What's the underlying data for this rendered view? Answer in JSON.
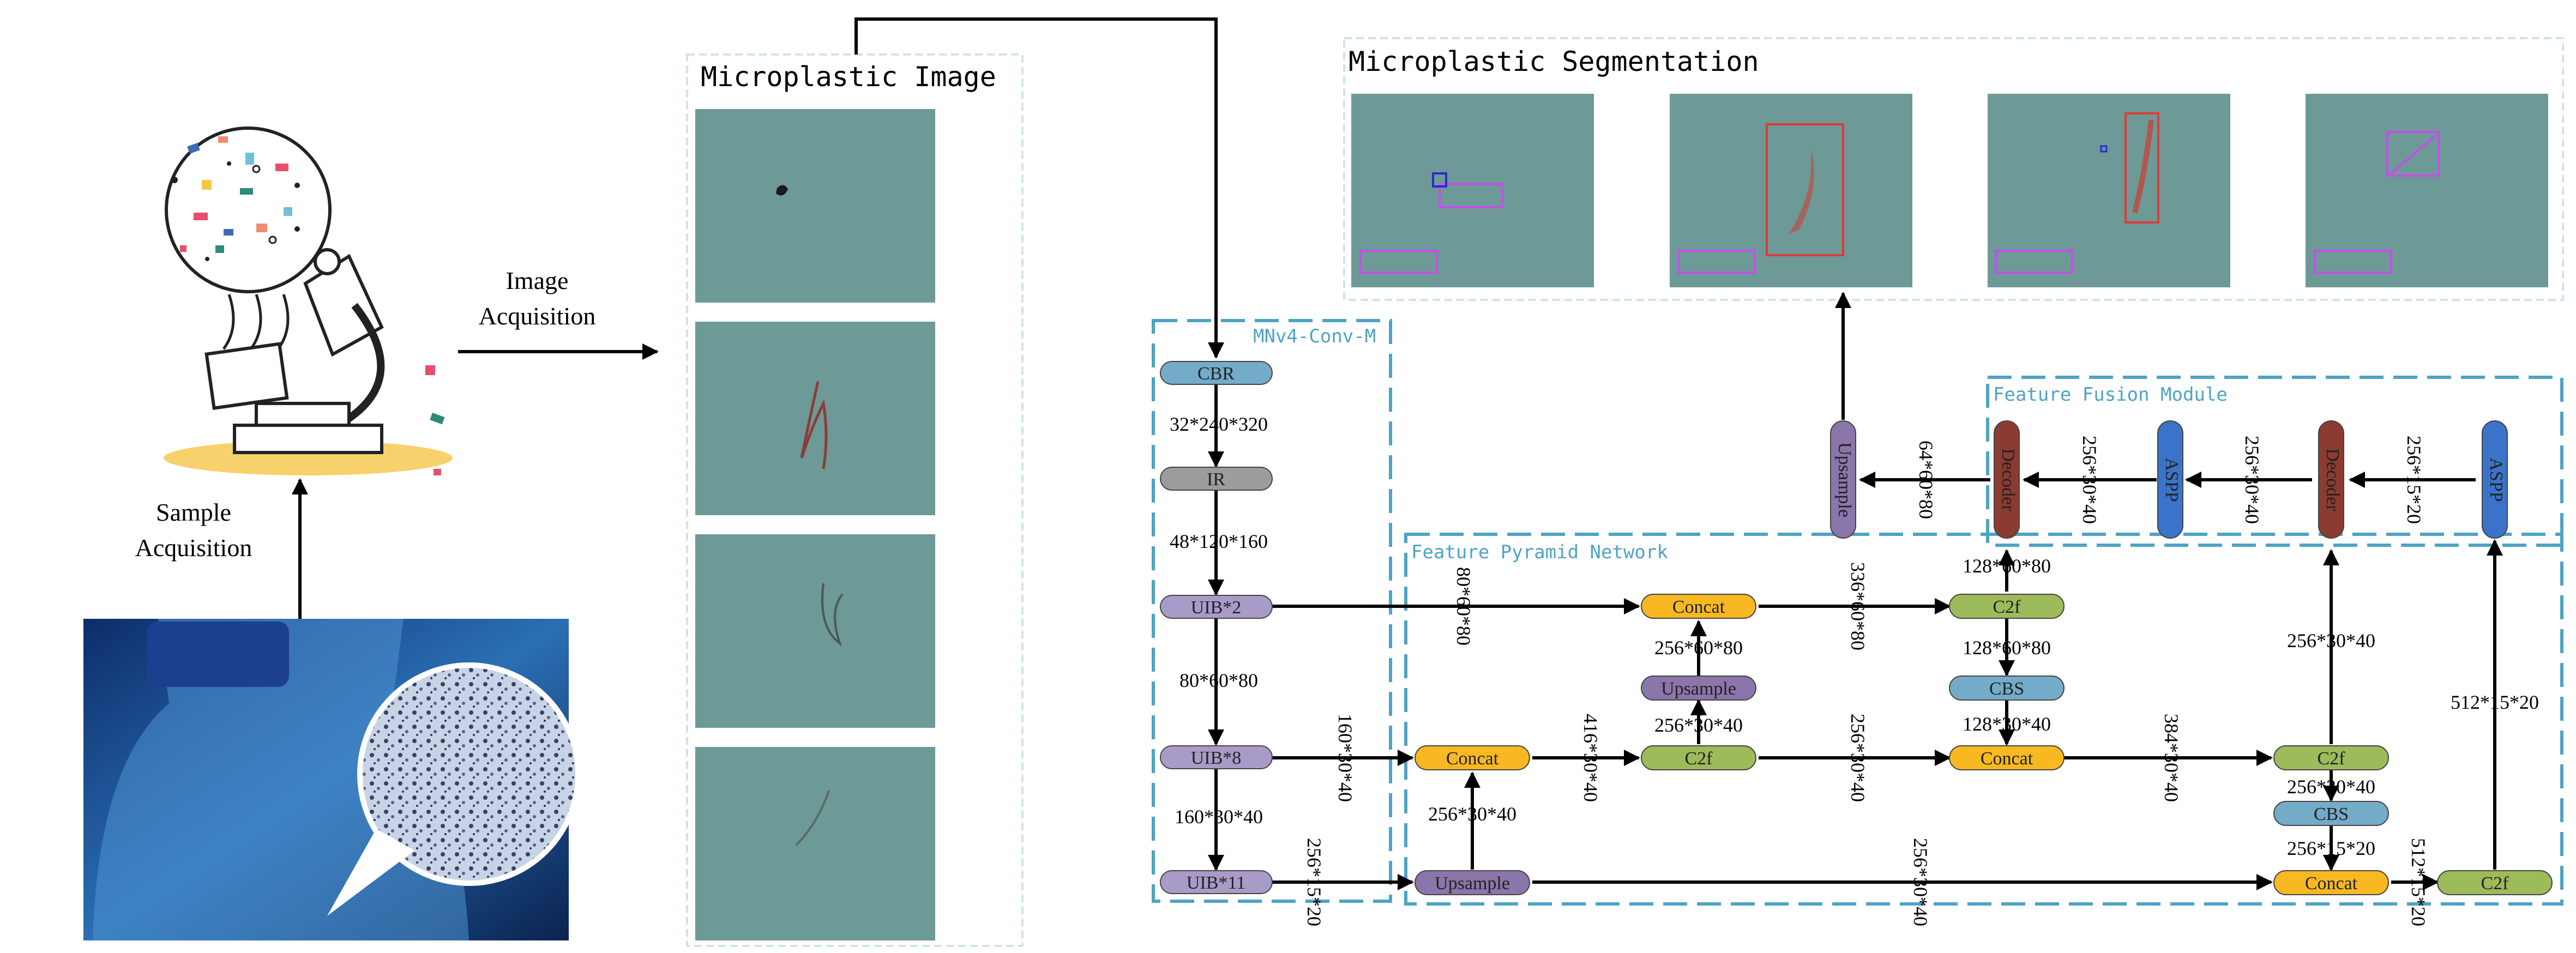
{
  "colors": {
    "cbr": "#74abc9",
    "ir": "#9c9c9c",
    "uib": "#a99bc8",
    "concat": "#f7b822",
    "c2f": "#9dbb5a",
    "upsample": "#8a76aa",
    "cbs": "#74abc9",
    "decoder": "#8c3b31",
    "aspp": "#3a73c9",
    "dashed": "#4ea3c4",
    "panel": "#cfe3ea",
    "img_bg": "#6b9794"
  },
  "labels": {
    "sample_acquisition": [
      "Sample",
      "Acquisition"
    ],
    "image_acquisition": [
      "Image",
      "Acquisition"
    ],
    "microplastic_image": "Microplastic Image",
    "microplastic_segmentation": "Microplastic Segmentation",
    "backbone": "MNv4-Conv-M",
    "fpn": "Feature Pyramid Network",
    "ffm": "Feature Fusion Module"
  },
  "nodes": {
    "cbr": "CBR",
    "ir": "IR",
    "uib2": "UIB*2",
    "uib8": "UIB*8",
    "uib11": "UIB*11",
    "concat_a": "Concat",
    "concat_b": "Concat",
    "concat_c": "Concat",
    "concat_d": "Concat",
    "c2f_a": "C2f",
    "c2f_b": "C2f",
    "c2f_c": "C2f",
    "c2f_d": "C2f",
    "upsample_a": "Upsample",
    "upsample_b": "Upsample",
    "upsample_out": "Upsample",
    "cbs_a": "CBS",
    "cbs_b": "CBS",
    "decoder_a": "Decoder",
    "decoder_b": "Decoder",
    "aspp_a": "ASPP",
    "aspp_b": "ASPP"
  },
  "dims": {
    "d1": "32*240*320",
    "d2": "48*120*160",
    "d3": "80*60*80",
    "d4": "160*30*40",
    "d5": "80*60*80",
    "d6": "160*30*40",
    "d7": "256*15*20",
    "d8": "256*30*40",
    "d9": "416*30*40",
    "d10": "256*60*80",
    "d11": "256*30*40",
    "d12": "336*60*80",
    "d13": "256*30*40",
    "d14": "128*60*80",
    "d15": "128*30*40",
    "d16": "384*30*40",
    "d17": "256*30*40",
    "d18": "256*30*40",
    "d19": "256*15*20",
    "d20": "512*15*20",
    "d21": "512*15*20",
    "d22": "256*30*40",
    "d23": "128*60*80",
    "d24": "64*60*80",
    "d25": "256*30*40",
    "d26": "256*30*40",
    "d27": "256*15*20"
  }
}
